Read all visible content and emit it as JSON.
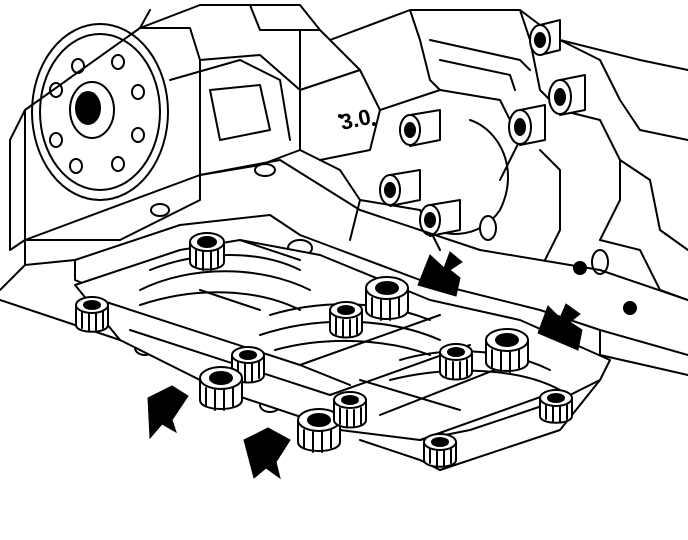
{
  "diagram": {
    "displacement_marking": "3.0",
    "line_color": "#000000",
    "background_color": "#ffffff",
    "arrow_color": "#000000",
    "arrows": [
      {
        "id": "arrow-upper-right-1",
        "direction": "up"
      },
      {
        "id": "arrow-upper-right-2",
        "direction": "up"
      },
      {
        "id": "arrow-lower-left-1",
        "direction": "down"
      },
      {
        "id": "arrow-lower-left-2",
        "direction": "down"
      }
    ]
  }
}
